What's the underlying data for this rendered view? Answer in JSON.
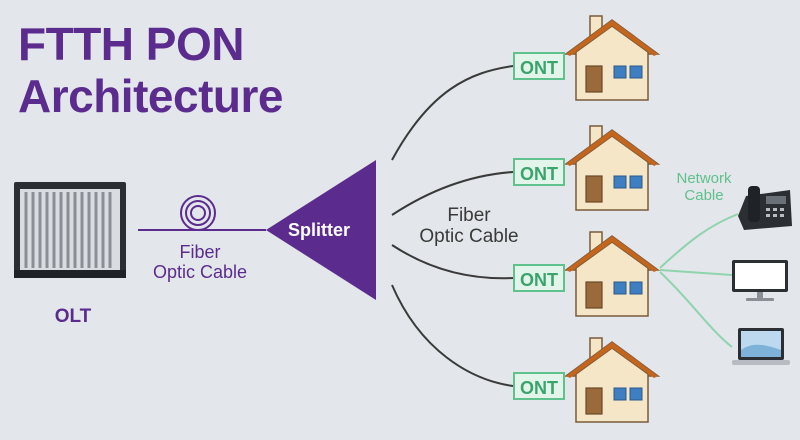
{
  "title": {
    "line1": "FTTH PON",
    "line2": "Architecture"
  },
  "olt": {
    "label": "OLT"
  },
  "fiber_left": {
    "line1": "Fiber",
    "line2": "Optic Cable"
  },
  "splitter": {
    "label": "Splitter"
  },
  "fiber_right": {
    "line1": "Fiber",
    "line2": "Optic Cable"
  },
  "ont_labels": [
    "ONT",
    "ONT",
    "ONT",
    "ONT"
  ],
  "network_cable": {
    "line1": "Network",
    "line2": "Cable"
  },
  "colors": {
    "brand_purple": "#5b2c8e",
    "ont_green": "#5fc18c",
    "background": "#e3e6ea",
    "house_roof": "#e07b2a",
    "house_wall": "#f5e6c8"
  },
  "devices": [
    "phone-icon",
    "monitor-icon",
    "laptop-icon"
  ]
}
